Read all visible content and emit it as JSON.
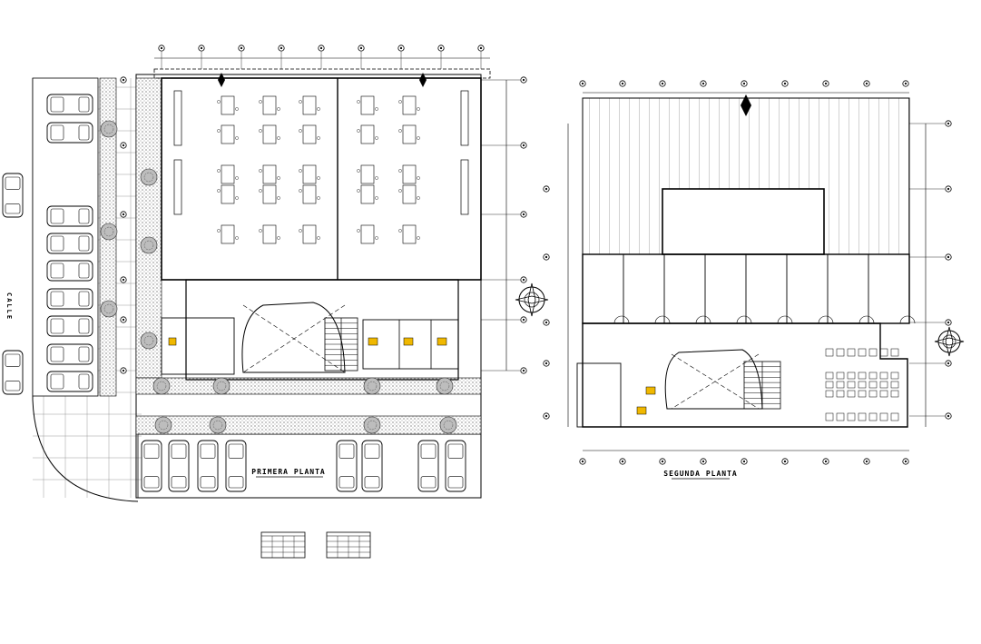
{
  "drawing": {
    "street_label": "CALLE",
    "plan_labels": [
      {
        "id": "first-floor",
        "text": "PRIMERA PLANTA"
      },
      {
        "id": "second-floor",
        "text": "SEGUNDA PLANTA"
      }
    ]
  },
  "colors": {
    "line": "#000000",
    "hatch": "#d9d9d9",
    "furniture_accent": "#f0b800",
    "background": "#ffffff"
  },
  "icons": [
    "north-arrow-icon",
    "compass-rose-icon",
    "car-icon",
    "chair-icon"
  ]
}
